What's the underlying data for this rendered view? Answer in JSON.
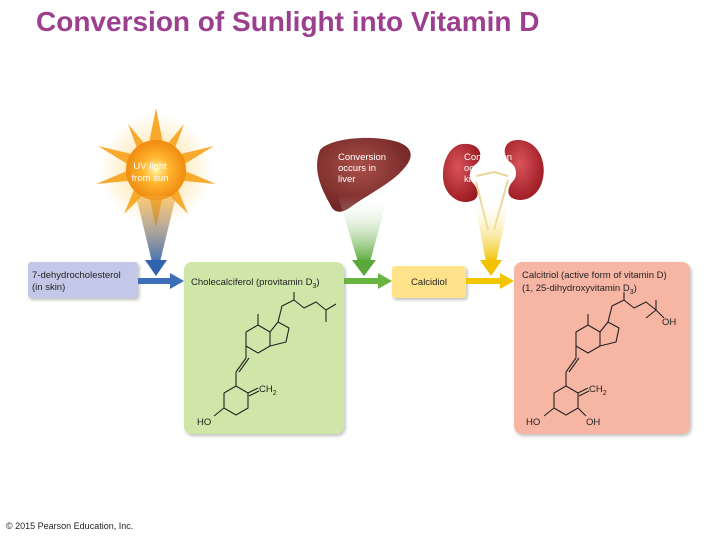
{
  "title": "Conversion of Sunlight into Vitamin D",
  "sun_label": [
    "UV light",
    "from sun"
  ],
  "liver_label": [
    "Conversion",
    "occurs in",
    "liver"
  ],
  "kidney_label": [
    "Conversion",
    "occurs in",
    "kidneys"
  ],
  "box_skin": [
    "7-dehydrocholesterol",
    "(in skin)"
  ],
  "box_cholecalciferol": {
    "text": "Cholecalciferol (provitamin D",
    "sub": "3",
    "end": ")"
  },
  "box_calcidiol": "Calcidiol",
  "box_calcitriol": {
    "line1": "Calcitriol (active form of vitamin D)",
    "line2_text": "(1, 25-dihydroxyvitamin D",
    "line2_sub": "3",
    "line2_end": ")"
  },
  "chem": {
    "ch2": "CH",
    "ch2_sub": "2",
    "ho": "HO",
    "oh": "OH"
  },
  "copyright": "© 2015 Pearson Education, Inc.",
  "colors": {
    "title": "#9b3f8e",
    "skin_box": "#c3c7e8",
    "green_box": "#cfe6a8",
    "calcidiol_box": "#ffe28a",
    "calcitriol_box": "#f7b6a3",
    "blue_arrow": "#3d6fb6",
    "green_arrow": "#69b33f",
    "yellow_arrow": "#f2c500"
  }
}
